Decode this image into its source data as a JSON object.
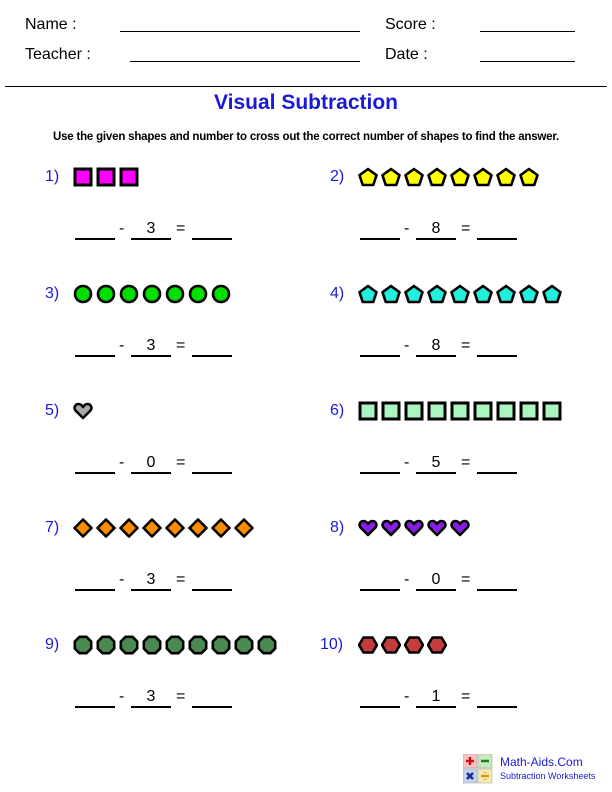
{
  "header": {
    "name_label": "Name :",
    "teacher_label": "Teacher :",
    "score_label": "Score :",
    "date_label": "Date :"
  },
  "title": "Visual Subtraction",
  "instructions": "Use the given shapes and number to cross out the correct number of shapes to find the answer.",
  "problems": [
    {
      "label": "1)",
      "shape": "square",
      "count": 3,
      "fill": "#ff00ff",
      "subtrahend": "3"
    },
    {
      "label": "2)",
      "shape": "pentagon",
      "count": 8,
      "fill": "#ffff00",
      "subtrahend": "8"
    },
    {
      "label": "3)",
      "shape": "circle",
      "count": 7,
      "fill": "#00e000",
      "subtrahend": "3"
    },
    {
      "label": "4)",
      "shape": "pentagon",
      "count": 9,
      "fill": "#22eedd",
      "subtrahend": "8"
    },
    {
      "label": "5)",
      "shape": "heart",
      "count": 1,
      "fill": "#aaaaaa",
      "subtrahend": "0"
    },
    {
      "label": "6)",
      "shape": "square",
      "count": 9,
      "fill": "#aaf5c0",
      "subtrahend": "5"
    },
    {
      "label": "7)",
      "shape": "diamond",
      "count": 8,
      "fill": "#ff8c00",
      "subtrahend": "3"
    },
    {
      "label": "8)",
      "shape": "heart",
      "count": 5,
      "fill": "#8a1ee6",
      "subtrahend": "0"
    },
    {
      "label": "9)",
      "shape": "octagon",
      "count": 9,
      "fill": "#4a8a50",
      "subtrahend": "3"
    },
    {
      "label": "10)",
      "shape": "hexagon",
      "count": 4,
      "fill": "#c43c3c",
      "subtrahend": "1"
    }
  ],
  "equation": {
    "minus": "-",
    "equals": "="
  },
  "footer": {
    "site": "Math-Aids.Com",
    "subtitle": "Subtraction Worksheets"
  }
}
